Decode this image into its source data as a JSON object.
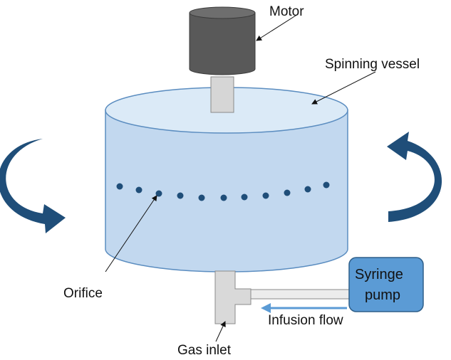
{
  "labels": {
    "motor": "Motor",
    "spinning_vessel": "Spinning vessel",
    "orifice": "Orifice",
    "syringe_pump_line1": "Syringe",
    "syringe_pump_line2": "pump",
    "infusion_flow": "Infusion flow",
    "gas_inlet": "Gas inlet"
  },
  "colors": {
    "vessel_body": "#c2d8ef",
    "vessel_top": "#dbeaf7",
    "vessel_stroke": "#5b8dc0",
    "motor_body": "#595959",
    "motor_top": "#6e6e6e",
    "shaft": "#d6d6d6",
    "orifice_dots": "#1f4e79",
    "rotation_arrow": "#1f4e79",
    "pump_fill": "#5b9bd5",
    "pump_stroke": "#2e5f8a",
    "flow_arrow": "#5b9bd5",
    "tube": "#d9d9d9"
  },
  "icons": {
    "left_rotation": "curved-arrow-clockwise-icon",
    "right_rotation": "curved-arrow-counterclockwise-icon"
  }
}
